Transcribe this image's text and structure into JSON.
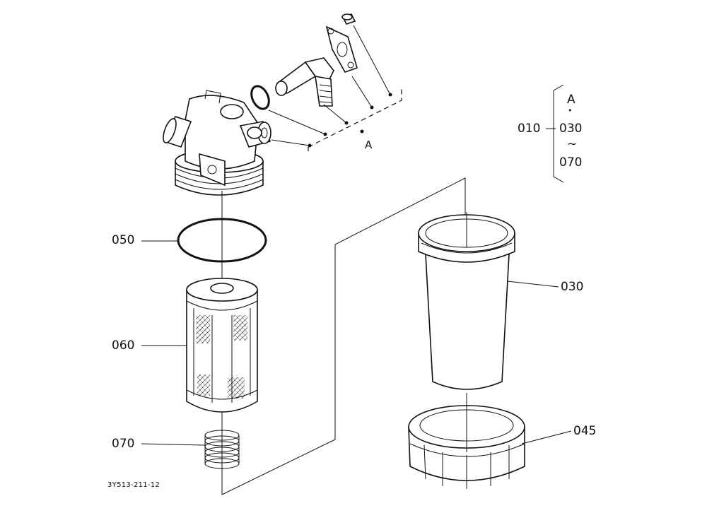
{
  "labels": {
    "p010": "010",
    "p030": "030",
    "p045": "045",
    "p050": "050",
    "p060": "060",
    "p070": "070",
    "callout_a": "A",
    "group_a": "A",
    "group_dot": "•",
    "group_start": "030",
    "group_tilde": "~",
    "group_end": "070",
    "drawing_no": "3Y513-211-12"
  }
}
